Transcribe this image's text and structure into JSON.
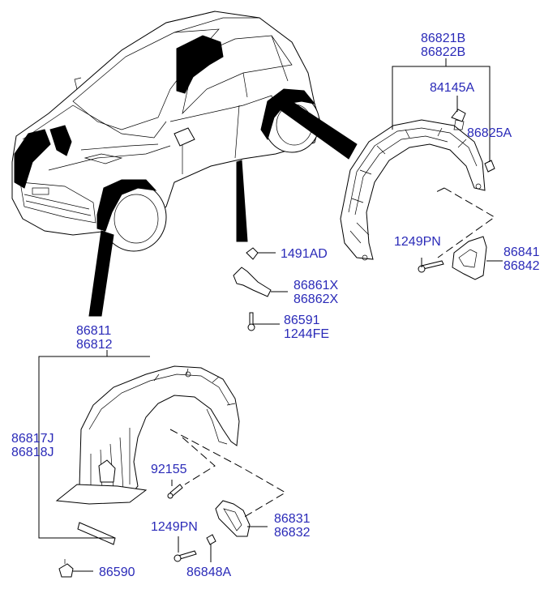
{
  "labels": {
    "fender_rear_1": "86821B",
    "fender_rear_2": "86822B",
    "clip_84145": "84145A",
    "nut_86825": "86825A",
    "clip_1491": "1491AD",
    "bracket_1": "86861X",
    "bracket_2": "86862X",
    "screw_1": "86591",
    "screw_2": "1244FE",
    "bolt_rear": "1249PN",
    "mudguard_rear_1": "86841",
    "mudguard_rear_2": "86842",
    "fender_front_1": "86811",
    "fender_front_2": "86812",
    "cover_1": "86817J",
    "cover_2": "86818J",
    "screw_92155": "92155",
    "bolt_front": "1249PN",
    "mudguard_front_1": "86831",
    "mudguard_front_2": "86832",
    "nut_86848": "86848A",
    "clip_86590": "86590"
  },
  "colors": {
    "part_number": "#2a2ab8",
    "line": "#000000",
    "background": "#ffffff"
  }
}
